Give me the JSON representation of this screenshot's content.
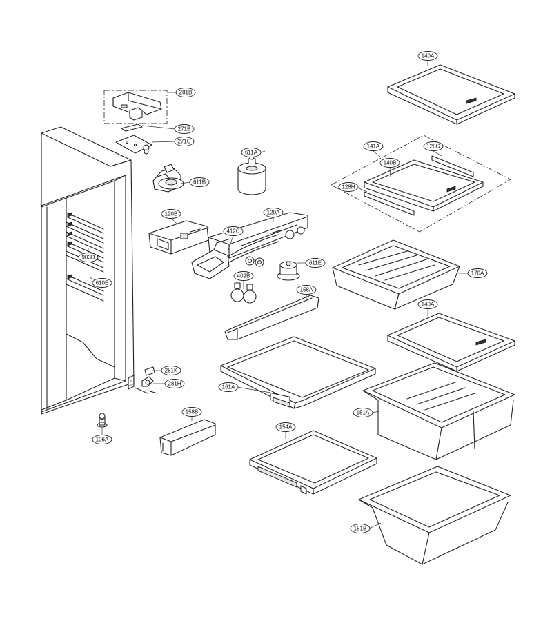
{
  "callouts": {
    "c140A_top": "140A",
    "c281B": "281B",
    "c271B": "271B",
    "c271C": "271C",
    "c141A": "141A",
    "c128G": "128G",
    "c140B": "140B",
    "c128H": "128H",
    "c611A": "611A",
    "c611B": "611B",
    "c120B": "120B",
    "c120A": "120A",
    "c412C": "412C",
    "c903D": "903D",
    "c610E": "610E",
    "c611E": "611E",
    "c170A": "170A",
    "c409B": "409B",
    "c158A": "158A",
    "c140A_mid": "140A",
    "c281K": "281K",
    "c281H": "281H",
    "c161A": "161A",
    "c151A": "151A",
    "c158B": "158B",
    "c106A": "106A",
    "c154A": "154A",
    "c151B": "151B"
  }
}
